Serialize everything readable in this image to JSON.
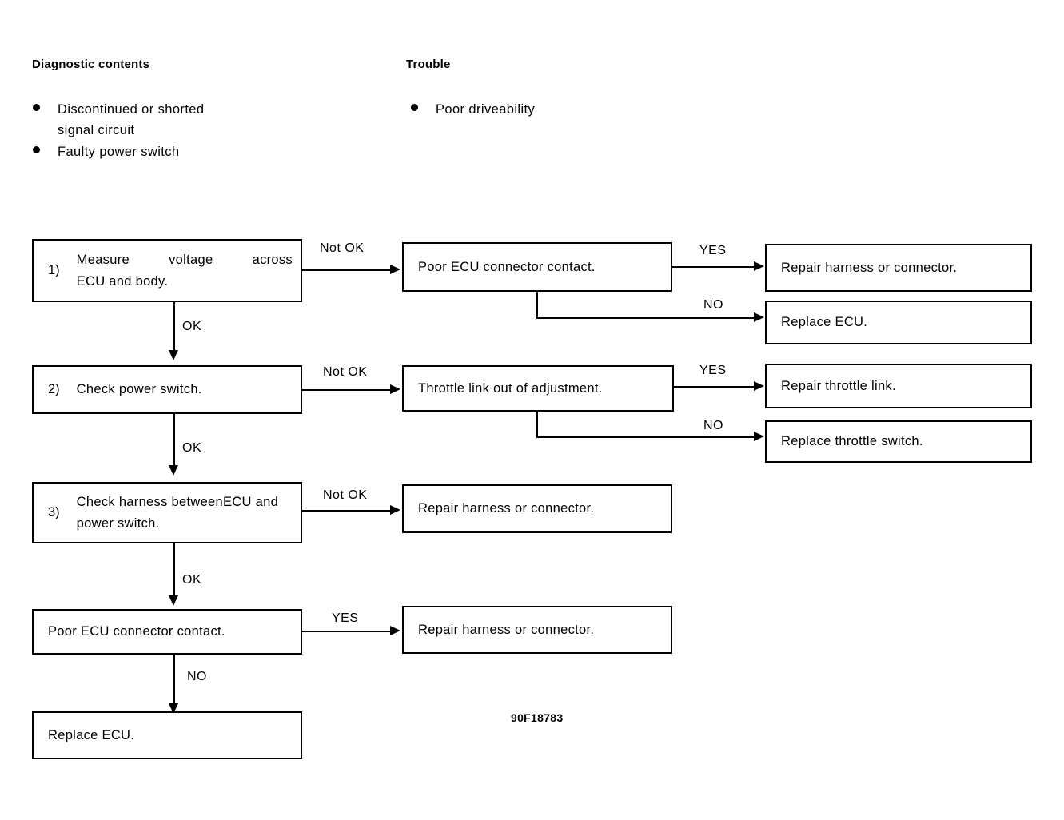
{
  "document": {
    "figure_caption": "90F18783"
  },
  "header": {
    "diagnostic": {
      "title": "Diagnostic contents",
      "items": [
        "Discontinued or shorted\nsignal circuit",
        "Faulty power switch"
      ]
    },
    "trouble": {
      "title": "Trouble",
      "items": [
        "Poor driveability"
      ]
    }
  },
  "flow": {
    "steps": [
      {
        "number": "1)",
        "line1": "Measure voltage across",
        "line2": "ECU and body.",
        "down_label": "OK",
        "branch_label": "Not OK"
      },
      {
        "number": "2)",
        "line1": "Check power switch.",
        "line2": "",
        "down_label": "OK",
        "branch_label": "Not OK"
      },
      {
        "number": "3)",
        "line1": "Check harness between",
        "line2": "ECU and power switch.",
        "down_label": "OK",
        "branch_label": "Not OK"
      }
    ],
    "mid": {
      "m1": "Poor ECU connector contact.",
      "m2": "Throttle link out of adjustment.",
      "m3": "Repair harness or connector.",
      "m4": "Repair harness or connector."
    },
    "right": {
      "r1_yes": "Repair harness or connector.",
      "r1_no": "Replace ECU.",
      "r2_yes": "Repair throttle link.",
      "r2_no": "Replace throttle switch."
    },
    "bottom": {
      "decision": "Poor ECU connector contact.",
      "decision_yes_label": "YES",
      "decision_no_label": "NO",
      "final": "Replace ECU."
    },
    "labels": {
      "yes": "YES",
      "no": "NO",
      "ok": "OK",
      "not_ok": "Not OK"
    }
  }
}
